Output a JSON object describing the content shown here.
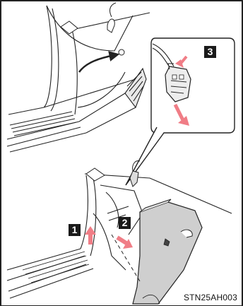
{
  "figure": {
    "code": "STN25AH003",
    "steps": [
      {
        "label": "3"
      },
      {
        "label": "1"
      },
      {
        "label": "2"
      }
    ],
    "colors": {
      "arrow": "#f07d86",
      "line": "#222222",
      "panel": "#cfcfcf",
      "badge": "#1a1a1a"
    }
  }
}
